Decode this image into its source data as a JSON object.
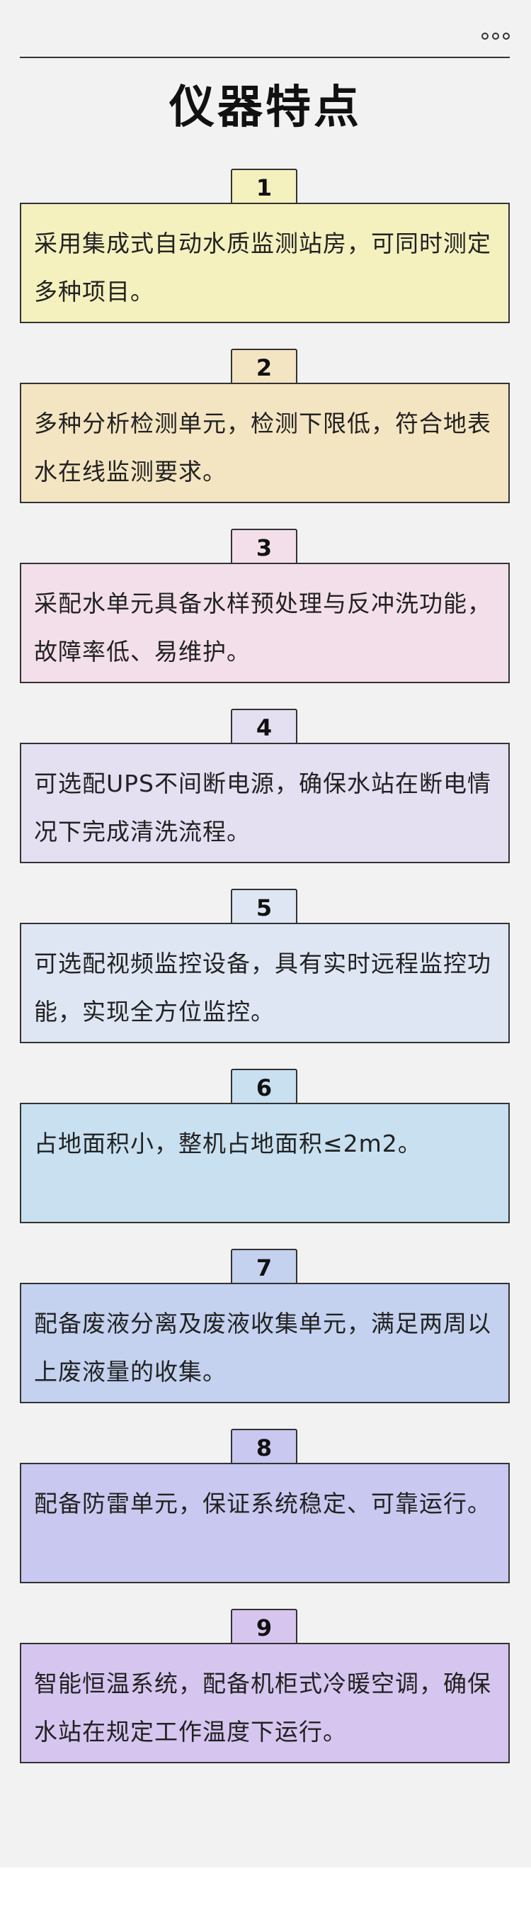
{
  "page": {
    "title": "仪器特点",
    "background": "#f2f2f2"
  },
  "features": [
    {
      "number": "1",
      "text": "采用集成式自动水质监测站房，可同时测定多种项目。",
      "color": "#f4f1bf"
    },
    {
      "number": "2",
      "text": "多种分析检测单元，检测下限低，符合地表水在线监测要求。",
      "color": "#f4e5c2"
    },
    {
      "number": "3",
      "text": "采配水单元具备水样预处理与反冲洗功能，故障率低、易维护。",
      "color": "#f3dfea"
    },
    {
      "number": "4",
      "text": "可选配UPS不间断电源，确保水站在断电情况下完成清洗流程。",
      "color": "#e5dff2"
    },
    {
      "number": "5",
      "text": "可选配视频监控设备，具有实时远程监控功能，实现全方位监控。",
      "color": "#dfe6f3"
    },
    {
      "number": "6",
      "text": "占地面积小，整机占地面积≤2m2。",
      "color": "#c8e0f0"
    },
    {
      "number": "7",
      "text": "配备废液分离及废液收集单元，满足两周以上废液量的收集。",
      "color": "#c4d2f0"
    },
    {
      "number": "8",
      "text": "配备防雷单元，保证系统稳定、可靠运行。",
      "color": "#c9c8f0"
    },
    {
      "number": "9",
      "text": "智能恒温系统，配备机柜式冷暖空调，确保水站在规定工作温度下运行。",
      "color": "#d6c6ef"
    }
  ]
}
